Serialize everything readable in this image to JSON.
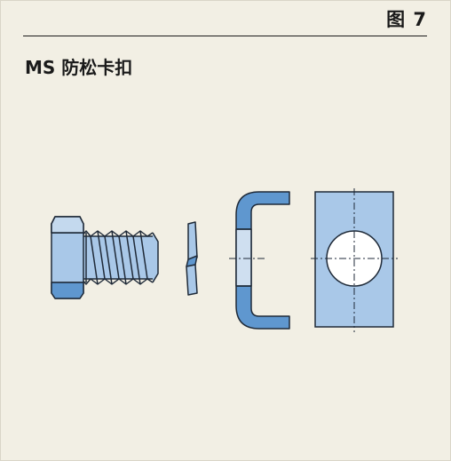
{
  "figure_label": "图 7",
  "title": "MS 防松卡扣",
  "colors": {
    "background": "#f2efe4",
    "blue_light": "#a9c8e8",
    "blue_dark": "#5f97cf",
    "outline": "#1f2a38",
    "text": "#1a1a1a"
  },
  "components": [
    "hex-bolt",
    "spring-washer",
    "u-clip",
    "square-nut"
  ]
}
